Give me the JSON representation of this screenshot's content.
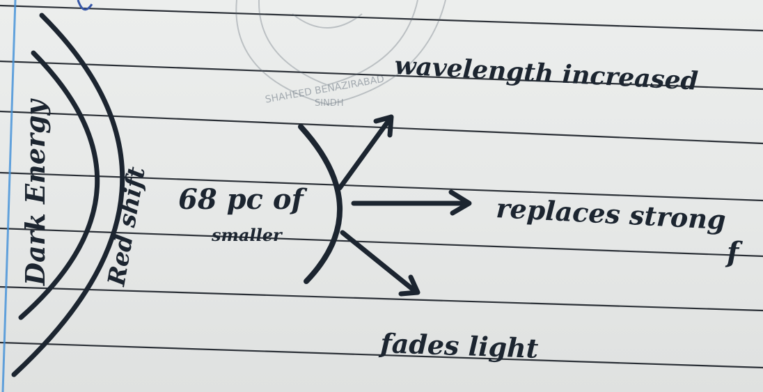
{
  "paper": {
    "line_color": "#2a2f36",
    "margin_color": "#3f8fd8",
    "background": "#e9ebea"
  },
  "stamp": {
    "lines": [
      "SHAHEED BENAZIRABAD",
      "SINDH"
    ]
  },
  "ink_color": "#1c2530",
  "diagram": {
    "outer_label": "Dark Energy",
    "inner_label": "Red shift",
    "middle_label": "68 pc of",
    "middle_sublabel": "smaller",
    "arrow_up_label": "wavelength increased",
    "arrow_right_label": "replaces strong",
    "arrow_right_label_extra": "f",
    "arrow_down_label": "fades light"
  }
}
